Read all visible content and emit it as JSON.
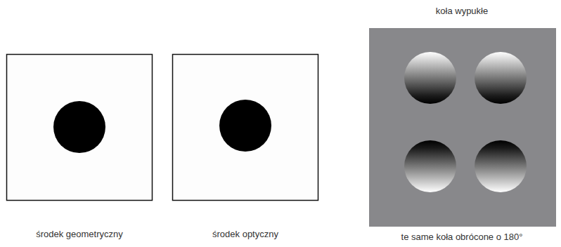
{
  "diagram": {
    "labels": [
      "środek geometryczny",
      "środek optyczny",
      "koła wypukłe",
      "te same koła obrócone o 180°"
    ]
  }
}
